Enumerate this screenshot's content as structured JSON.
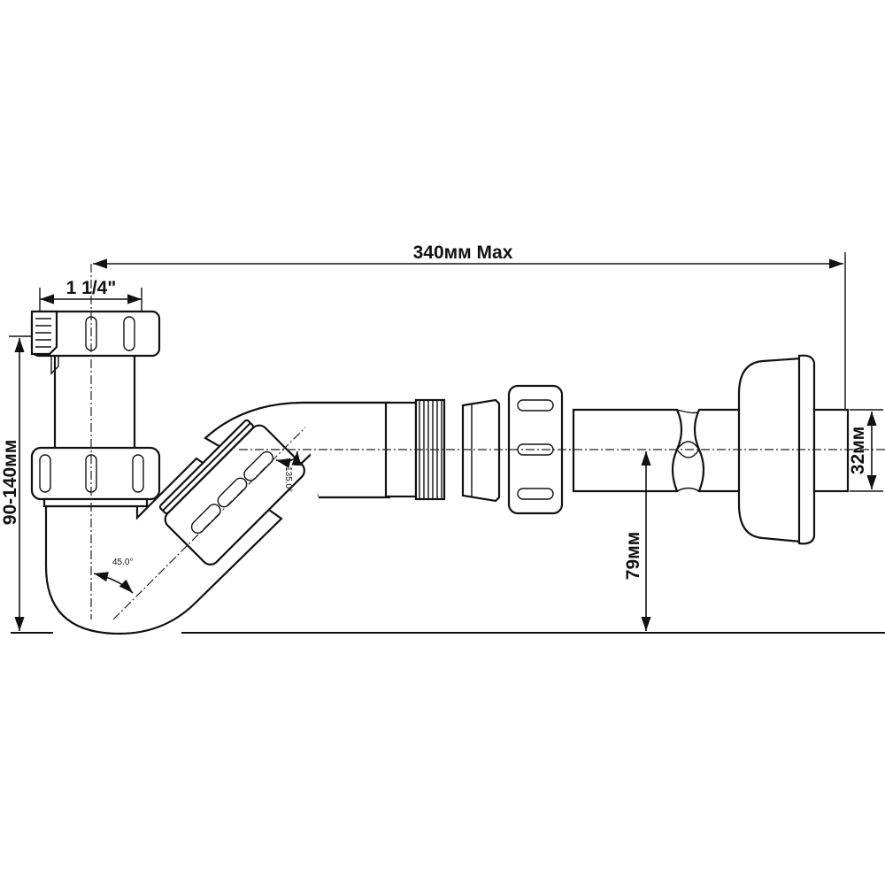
{
  "dimensions": {
    "total_length": "340мм Max",
    "inlet_size": "1 1/4\"",
    "height_range": "90-140мм",
    "outlet_diameter": "32мм",
    "outlet_height": "79мм"
  },
  "angles": {
    "bend_angle": "45.0°",
    "elbow_angle": "135.0°"
  }
}
